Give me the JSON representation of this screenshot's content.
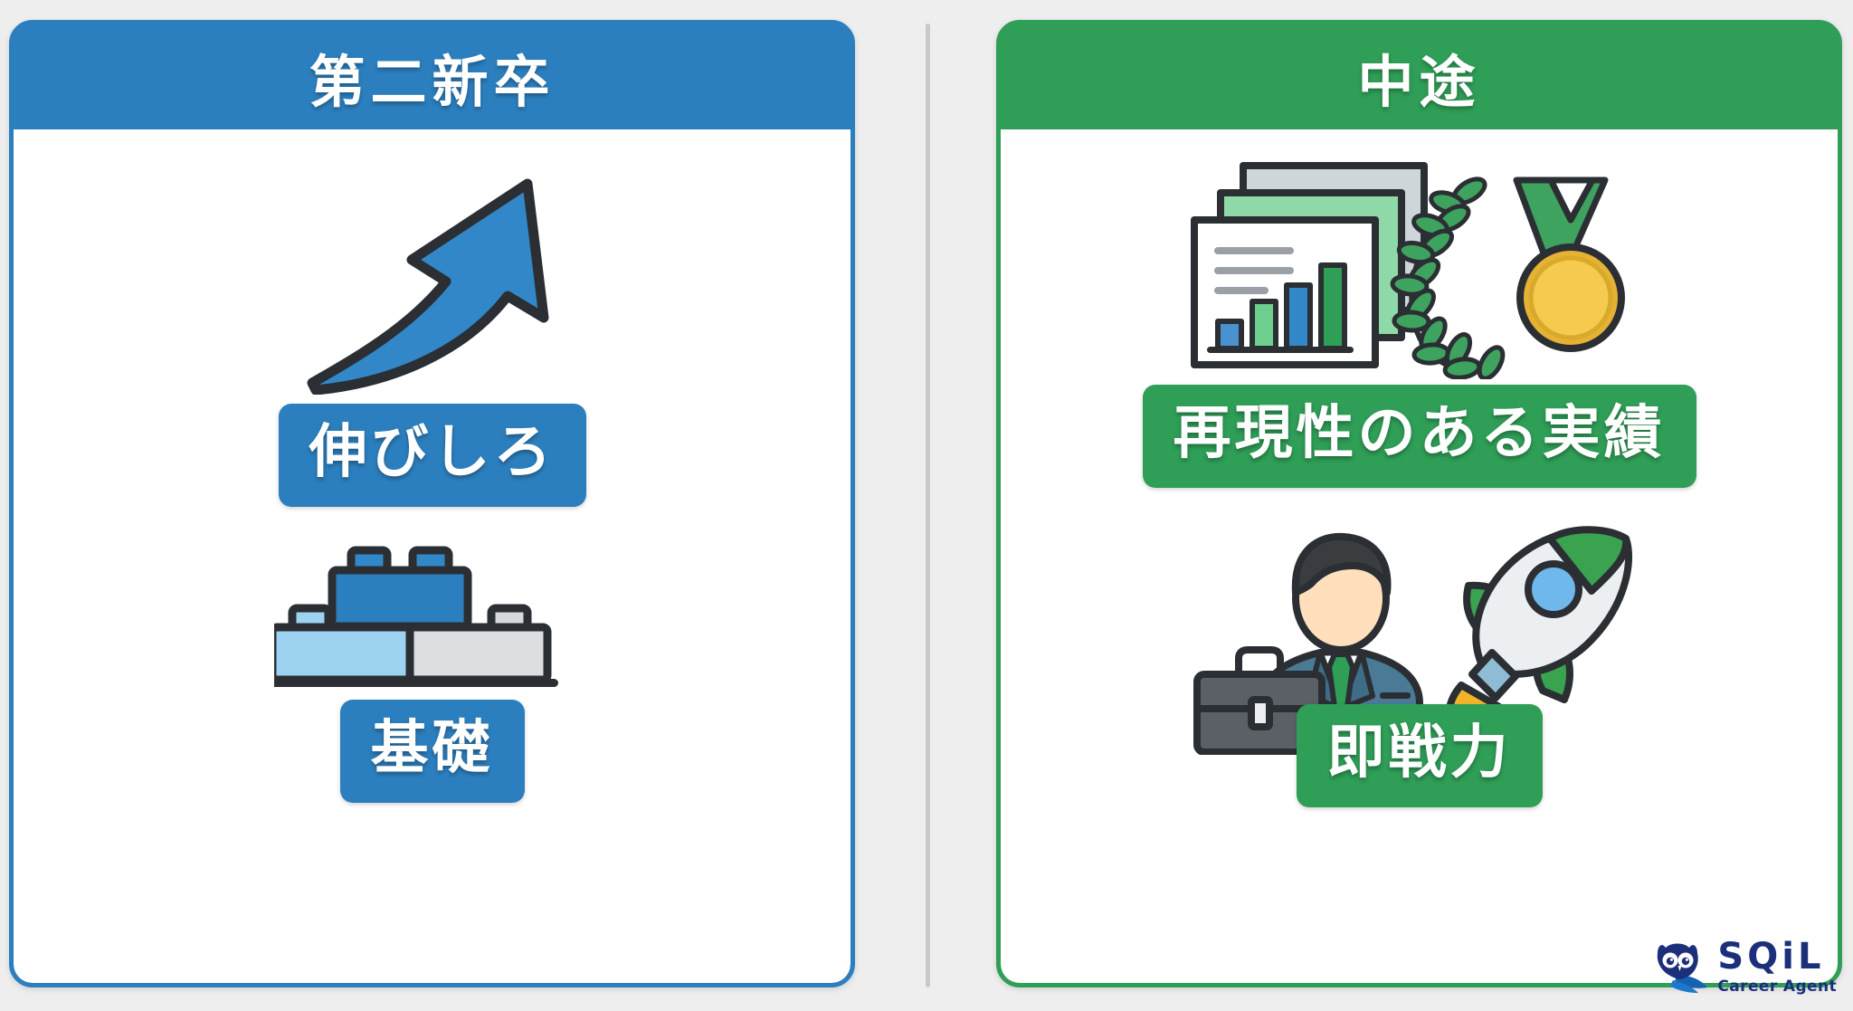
{
  "layout": {
    "background_color": "#eeeeee",
    "divider_color": "#c9c9c9"
  },
  "cards": [
    {
      "id": "daini-shinsotsu",
      "header": "第二新卒",
      "accent_color": "#2c7fbe",
      "items": [
        {
          "icon": "upward-growth-arrow-icon",
          "label": "伸びしろ"
        },
        {
          "icon": "building-blocks-icon",
          "label": "基礎"
        }
      ]
    },
    {
      "id": "chuto",
      "header": "中途",
      "accent_color": "#2f9e57",
      "items": [
        {
          "icon": "report-chart-and-medal-icon",
          "label": "再現性のある実績"
        },
        {
          "icon": "businessman-and-rocket-icon",
          "label": "即戦力"
        }
      ]
    }
  ],
  "logo": {
    "icon": "owl-icon",
    "name": "SQiL",
    "tagline": "Career Agent",
    "color": "#1b2f7a"
  }
}
